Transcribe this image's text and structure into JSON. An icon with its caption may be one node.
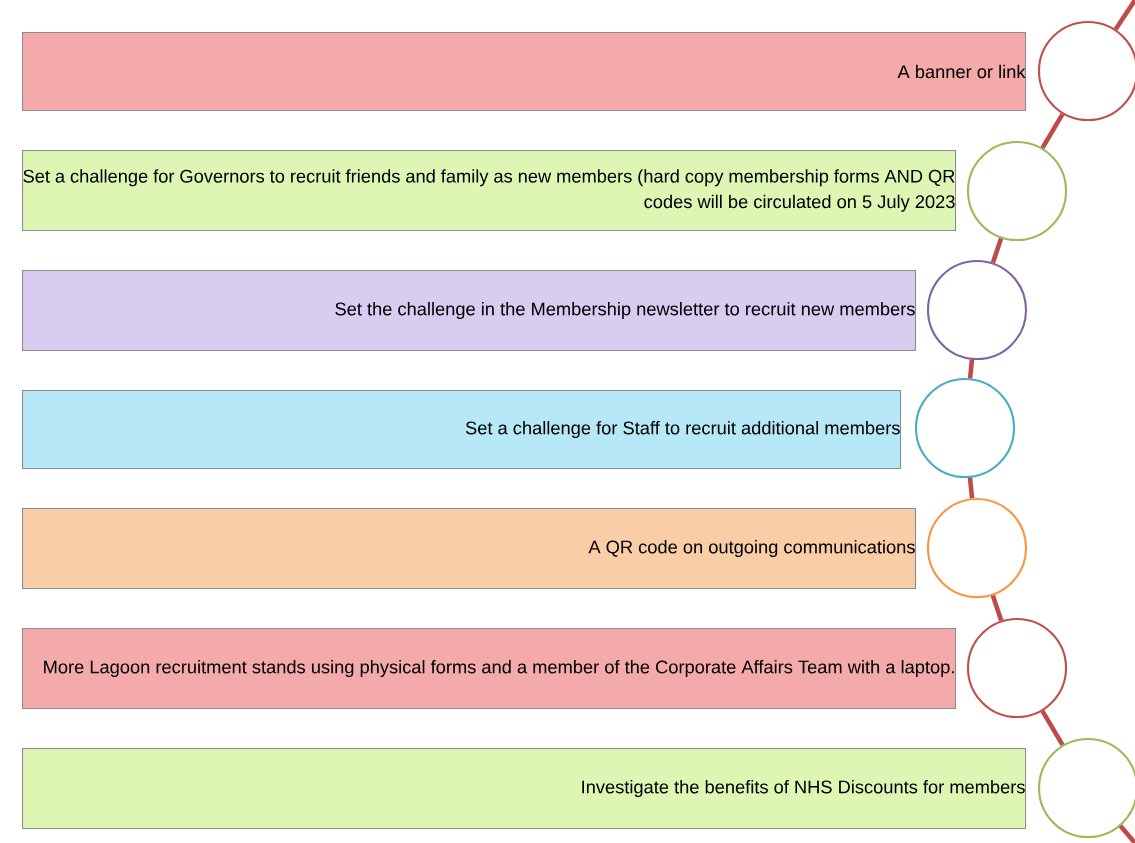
{
  "diagram": {
    "nodes": [
      {
        "text": [
          "A banner or link"
        ]
      },
      {
        "text": [
          "Set a challenge for Governors to recruit friends and family as new members (hard copy membership forms AND QR codes will be circulated on 5 July 2023"
        ]
      },
      {
        "text": [
          "Set the challenge in the Membership newsletter to recruit new members"
        ]
      },
      {
        "text": [
          "Set a challenge for Staff to recruit additional members"
        ]
      },
      {
        "text": [
          "A QR code on outgoing communications"
        ]
      },
      {
        "text": [
          "More Lagoon recruitment stands using physical forms and a member of the Corporate Affairs Team with a laptop."
        ]
      },
      {
        "text": [
          "Investigate the benefits of NHS Discounts for members"
        ]
      },
      {
        "text": [],
        "shape": "circle"
      },
      {
        "text": [],
        "shape": "circle"
      },
      {
        "text": [],
        "shape": "circle"
      },
      {
        "text": [],
        "shape": "circle"
      },
      {
        "text": [],
        "shape": "circle"
      },
      {
        "text": [],
        "shape": "circle"
      },
      {
        "text": [],
        "shape": "circle"
      }
    ],
    "edges": [
      {
        "from": null,
        "to": 7,
        "arrow": "none"
      },
      {
        "from": 7,
        "to": 8,
        "arrow": "none"
      },
      {
        "from": 8,
        "to": 9,
        "arrow": "none"
      },
      {
        "from": 9,
        "to": 10,
        "arrow": "none"
      },
      {
        "from": 10,
        "to": 11,
        "arrow": "none"
      },
      {
        "from": 11,
        "to": 12,
        "arrow": "none"
      },
      {
        "from": 12,
        "to": 13,
        "arrow": "none"
      },
      {
        "from": 13,
        "to": null,
        "arrow": "none"
      }
    ]
  }
}
